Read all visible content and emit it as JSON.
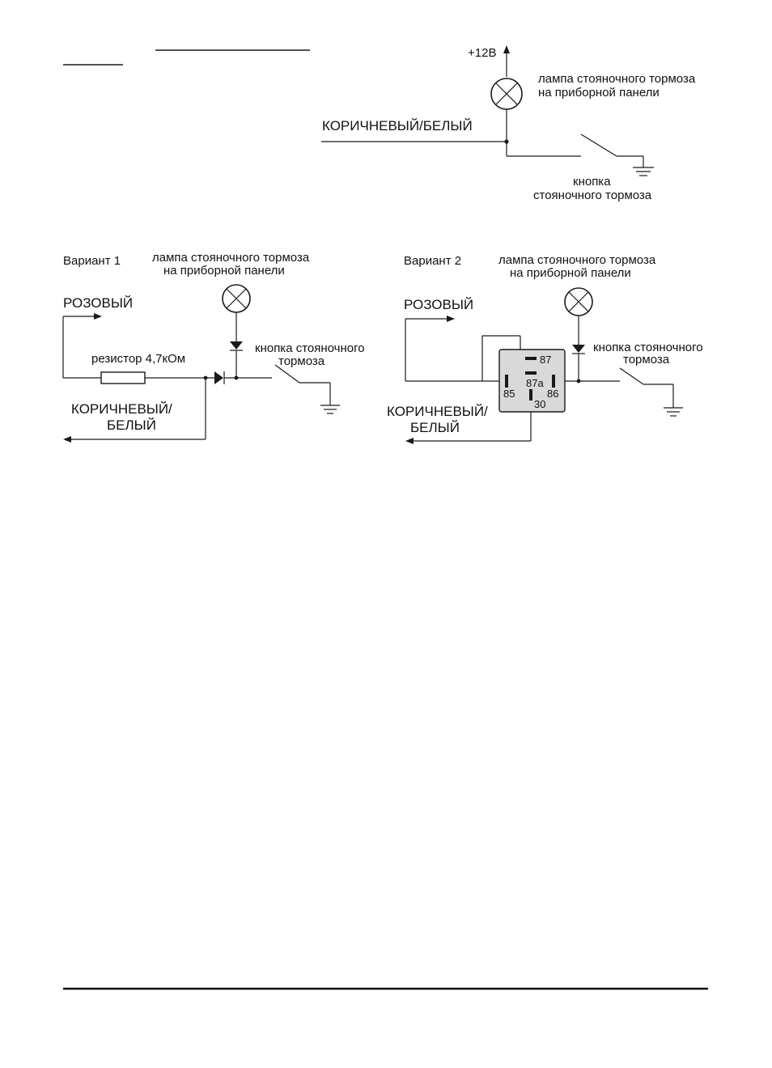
{
  "top": {
    "supply_label": "+12В",
    "lamp_label_1": "лампа стояночного тормоза",
    "lamp_label_2": "на приборной панели",
    "wire_label": "КОРИЧНЕВЫЙ/БЕЛЫЙ",
    "button_label_1": "кнопка",
    "button_label_2": "стояночного тормоза"
  },
  "variant1": {
    "title": "Вариант 1",
    "lamp_label_1": "лампа стояночного тормоза",
    "lamp_label_2": "на приборной панели",
    "pink_label": "РОЗОВЫЙ",
    "resistor_label": "резистор 4,7кОм",
    "button_label_1": "кнопка стояночного",
    "button_label_2": "тормоза",
    "brown_label_1": "КОРИЧНЕВЫЙ/",
    "brown_label_2": "БЕЛЫЙ"
  },
  "variant2": {
    "title": "Вариант 2",
    "lamp_label_1": "лампа стояночного тормоза",
    "lamp_label_2": "на приборной панели",
    "pink_label": "РОЗОВЫЙ",
    "button_label_1": "кнопка стояночного",
    "button_label_2": "тормоза",
    "brown_label_1": "КОРИЧНЕВЫЙ/",
    "brown_label_2": "БЕЛЫЙ",
    "relay": {
      "pin_87": "87",
      "pin_87a": "87a",
      "pin_85": "85",
      "pin_86": "86",
      "pin_30": "30"
    }
  },
  "colors": {
    "line": "#1a1a1a",
    "relay_fill": "#d9d9d9",
    "background": "#ffffff"
  }
}
